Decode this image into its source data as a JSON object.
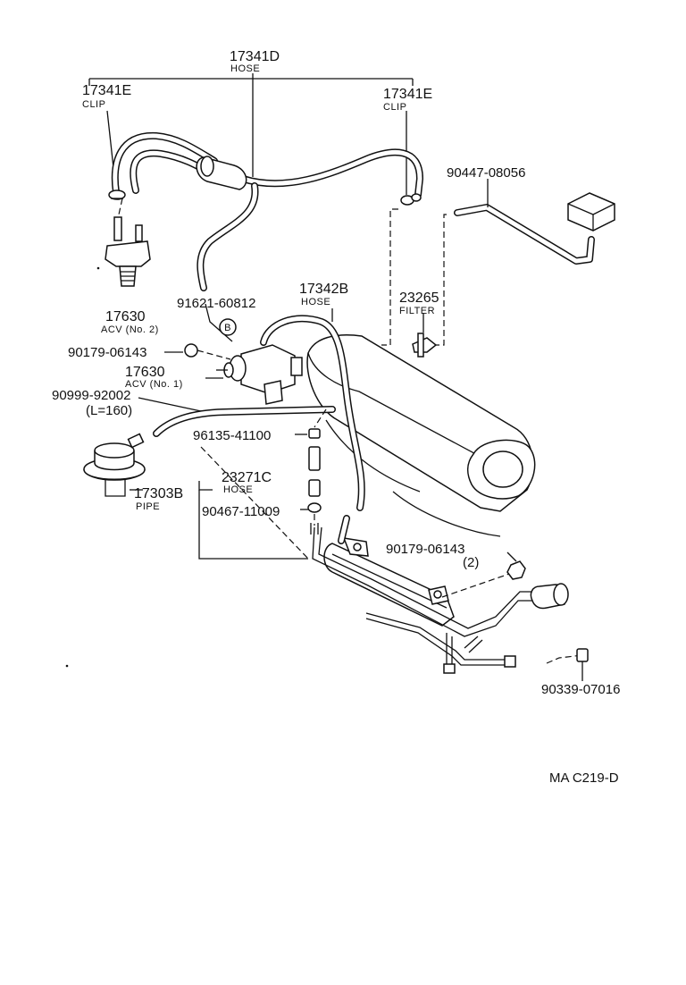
{
  "diagram": {
    "labels": {
      "p17341d": "17341D",
      "p17341d_name": "HOSE",
      "p17341e_l": "17341E",
      "p17341e_l_name": "CLIP",
      "p17341e_r": "17341E",
      "p17341e_r_name": "CLIP",
      "p90447": "90447-08056",
      "p17630_2": "17630",
      "p17630_2_name": "ACV (No. 2)",
      "p91621": "91621-60812",
      "p17342b": "17342B",
      "p17342b_name": "HOSE",
      "p23265": "23265",
      "p23265_name": "FILTER",
      "p90179_a": "90179-06143",
      "p17630_1": "17630",
      "p17630_1_name": "ACV (No. 1)",
      "p90999": "90999-92002",
      "p90999_len": "(L=160)",
      "p96135": "96135-41100",
      "p23271c": "23271C",
      "p23271c_name": "HOSE",
      "p17303b": "17303B",
      "p17303b_name": "PIPE",
      "p90467": "90467-11009",
      "p90179_b": "90179-06143",
      "p90179_b_qty": "(2)",
      "p90339": "90339-07016",
      "ref_b": "B",
      "code": "MA C219-D"
    }
  }
}
